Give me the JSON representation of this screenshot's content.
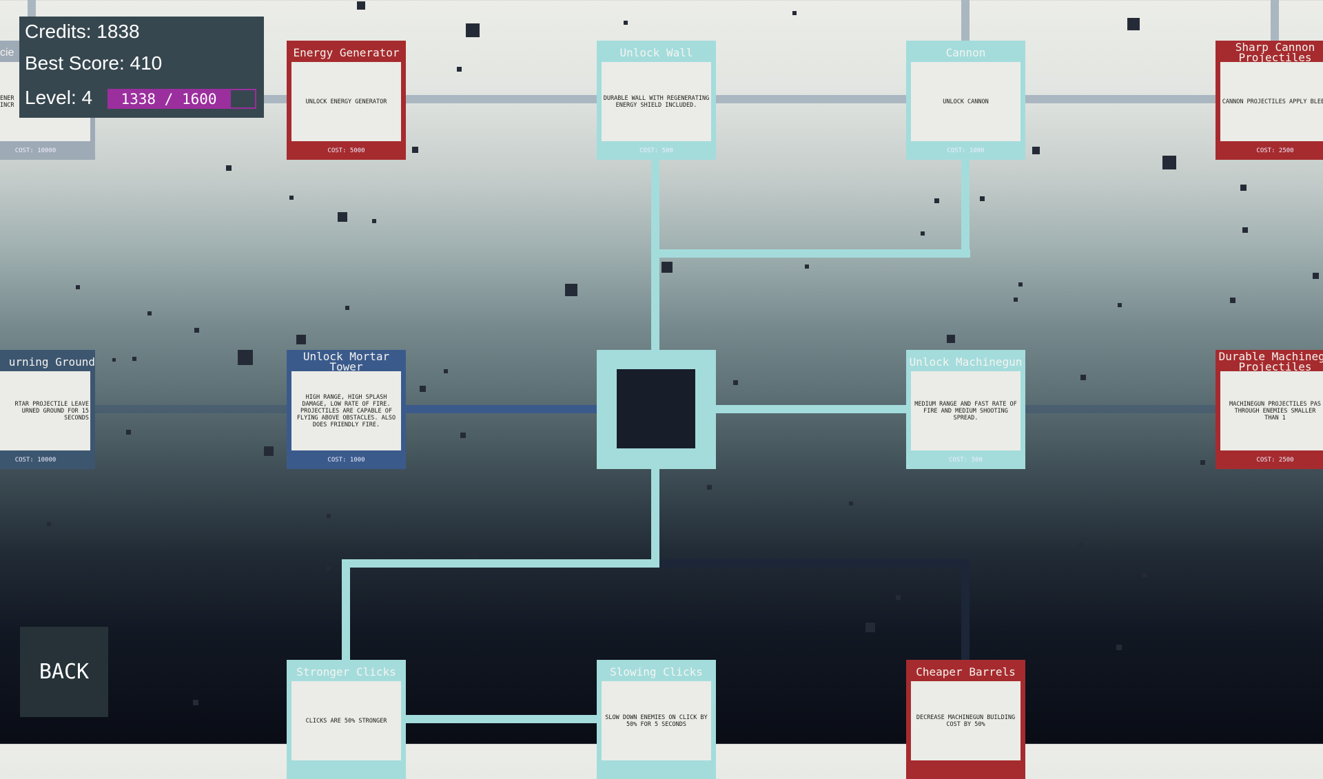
{
  "hud": {
    "credits_label": "Credits: 1838",
    "best_score_label": "Best Score: 410",
    "level_label": "Level: 4",
    "xp_text": "1338 / 1600",
    "xp_current": 1338,
    "xp_max": 1600
  },
  "back_label": "BACK",
  "colors": {
    "purchased": "#a4dcdc",
    "unaffordable": "#a62b2e",
    "available": "#3b5a8c",
    "locked": "#9eaab6",
    "locked_dark": "#3d5670",
    "progress": "#9b2f9e"
  },
  "cards": [
    {
      "title": "cie",
      "desc": "ENER\nINCR",
      "cost": "COST: 10000",
      "state": "locked"
    },
    {
      "title": "Energy Generator",
      "desc": "UNLOCK ENERGY GENERATOR",
      "cost": "COST: 5000",
      "state": "unaffordable"
    },
    {
      "title": "Unlock Wall",
      "desc": "DURABLE WALL WITH REGENERATING ENERGY SHIELD INCLUDED.",
      "cost": "COST: 500",
      "state": "purchased"
    },
    {
      "title": "Cannon",
      "desc": "UNLOCK CANNON",
      "cost": "COST: 1000",
      "state": "purchased"
    },
    {
      "title": "Sharp Cannon\nProjectiles",
      "desc": "CANNON PROJECTILES APPLY BLEED",
      "cost": "COST: 2500",
      "state": "unaffordable"
    },
    {
      "title": "urning Ground",
      "desc": "RTAR PROJECTILE LEAVE\nURNED GROUND FOR 15\nSECONDS",
      "cost": "COST: 10000",
      "state": "locked_dark"
    },
    {
      "title": "Unlock Mortar Tower",
      "desc": "HIGH RANGE, HIGH SPLASH DAMAGE, LOW RATE OF FIRE. PROJECTILES ARE CAPABLE OF FLYING ABOVE OBSTACLES. ALSO DOES FRIENDLY FIRE.",
      "cost": "COST: 1000",
      "state": "available"
    },
    {
      "title": "Unlock Machinegun",
      "desc": "MEDIUM RANGE AND FAST RATE OF FIRE AND MEDIUM SHOOTING SPREAD.",
      "cost": "COST: 500",
      "state": "purchased"
    },
    {
      "title": "Durable Machinegu\nProjectiles",
      "desc": "MACHINEGUN PROJECTILES PAS\nTHROUGH ENEMIES SMALLER\nTHAN 1",
      "cost": "COST: 2500",
      "state": "unaffordable"
    },
    {
      "title": "Stronger Clicks",
      "desc": "CLICKS ARE 50% STRONGER",
      "state": "purchased"
    },
    {
      "title": "Slowing Clicks",
      "desc": "SLOW DOWN ENEMIES ON CLICK BY 50% FOR 5 SECONDS",
      "state": "purchased"
    },
    {
      "title": "Cheaper Barrels",
      "desc": "DECREASE MACHINEGUN BUILDING COST BY 50%",
      "state": "unaffordable"
    }
  ]
}
